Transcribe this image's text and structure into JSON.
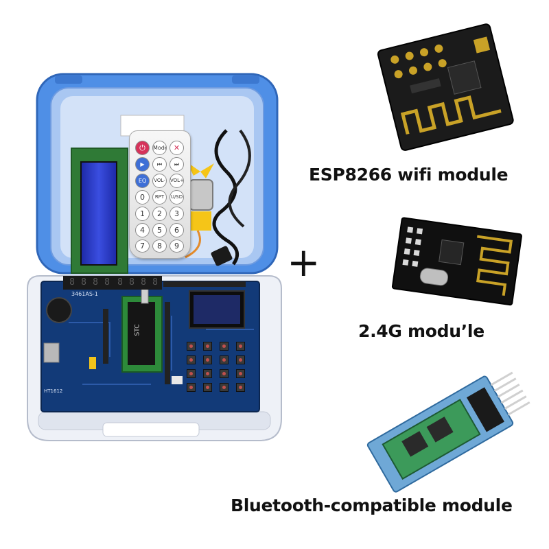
{
  "labels": {
    "wifi": "ESP8266 wifi module",
    "rf": "2.4G modu’le",
    "bt": "Bluetooth-compatible module",
    "plus": "+"
  },
  "remote": {
    "buttons": [
      "",
      "Mode",
      "",
      "",
      "⏮",
      "⏭",
      "EQ",
      "VOL-",
      "VOL+",
      "0",
      "RPT",
      "U/SD",
      "1",
      "2",
      "3",
      "4",
      "5",
      "6",
      "7",
      "8",
      "9"
    ]
  },
  "board": {
    "display_digits": [
      "8",
      "8",
      "8",
      "8",
      "8",
      "8",
      "8",
      "8"
    ],
    "display_part": "3461AS-1",
    "mcu_text": "STC",
    "board_text": "HT1612"
  },
  "colors": {
    "case_blue": "#4f8fe6",
    "case_white": "#eef1f7",
    "pcb_blue": "#123a78",
    "module_black": "#1b1b1b",
    "gold": "#c9a227"
  },
  "icons": {
    "power": "power-icon",
    "mute": "mute-icon"
  }
}
